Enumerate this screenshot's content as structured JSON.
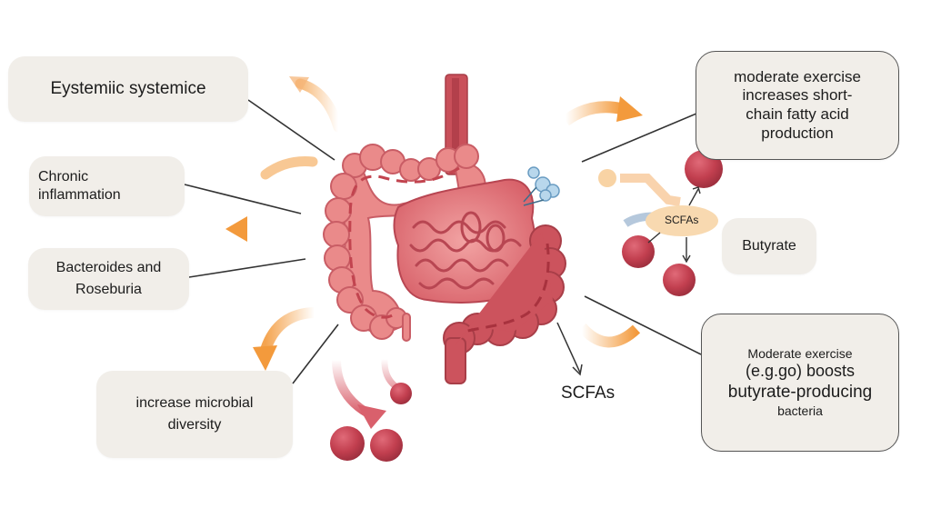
{
  "diagram": {
    "topic": "Gut microbiome and exercise",
    "colors": {
      "box_fill": "#f1eee9",
      "arrow_orange": "#f39a3c",
      "gut_pink": "#e88585",
      "colon_dark": "#c9505a",
      "bead_red": "#c23f4f",
      "scfa_fill": "#f8d9b0",
      "connector": "#333333"
    },
    "left_labels": [
      {
        "id": "systemic",
        "lines": [
          "Eystemiic systemice"
        ]
      },
      {
        "id": "inflammation",
        "lines": [
          "Chronic",
          "inflammation"
        ]
      },
      {
        "id": "bacteroides",
        "lines": [
          "Bacteroides and",
          "Roseburia"
        ]
      },
      {
        "id": "diversity",
        "lines": [
          "increase microbial",
          "diversity"
        ]
      }
    ],
    "right_labels": {
      "scfa_production": {
        "lines": [
          "moderate exercise",
          "increases short-",
          "chain fatty acid",
          "production"
        ]
      },
      "butyrate": {
        "text": "Butyrate"
      },
      "butyrate_bacteria": {
        "lines": [
          "Moderate exercise",
          "(e.g.go) boosts",
          "butyrate-producing",
          "bacteria"
        ]
      }
    },
    "scfa_node_label": "SCFAs",
    "scfa_bottom_label": "SCFAs"
  }
}
